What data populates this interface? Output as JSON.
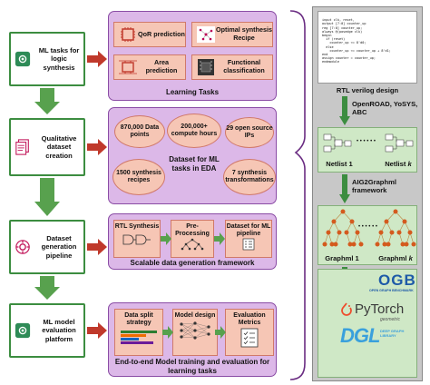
{
  "left_steps": [
    {
      "label": "ML tasks for logic synthesis",
      "icon": "ml-chip-icon"
    },
    {
      "label": "Qualitative dataset creation",
      "icon": "documents-icon"
    },
    {
      "label": "Dataset generation pipeline",
      "icon": "gear-cycle-icon"
    },
    {
      "label": "ML model evaluation platform",
      "icon": "ml-chip-icon"
    }
  ],
  "learning_tasks": {
    "title": "Learning Tasks",
    "cards": [
      {
        "label": "QoR prediction"
      },
      {
        "label": "Optimal synthesis Recipe"
      },
      {
        "label": "Area prediction"
      },
      {
        "label": "Functional classification"
      }
    ]
  },
  "dataset": {
    "center_text": "Dataset for ML tasks in EDA",
    "clouds": [
      {
        "label": "870,000 Data points"
      },
      {
        "label": "200,000+ compute hours"
      },
      {
        "label": "29 open source IPs"
      },
      {
        "label": "1500 synthesis recipes"
      },
      {
        "label": "7 synthesis transformations"
      }
    ]
  },
  "pipeline": {
    "title": "Scalable data generation framework",
    "steps": [
      {
        "label": "RTL Synthesis"
      },
      {
        "label": "Pre-Processing"
      },
      {
        "label": "Dataset for ML pipeline"
      }
    ]
  },
  "training": {
    "title": "End-to-end Model training and evaluation for learning tasks",
    "steps": [
      {
        "label": "Data split strategy"
      },
      {
        "label": "Model design"
      },
      {
        "label": "Evaluation Metrics"
      }
    ]
  },
  "right": {
    "code_lines": [
      "input clk, reset,",
      "output [7:0] counter_up",
      "reg [7:0] counter_up;",
      "always @(posedge clk)",
      "begin",
      "  if (reset)",
      "    counter_up <= 8'd0;",
      "  else",
      "    counter_up <= counter_up + 8'd1;",
      "end",
      "assign counter = counter_up;",
      "endmodule"
    ],
    "rtl_label": "RTL verilog design",
    "tools_label": "OpenROAD, YoSYS, ABC",
    "netlist1": "Netlist 1",
    "netlistk": "Netlist",
    "netlistk_sub": "k",
    "aig_label": "AIG2Graphml framework",
    "graph1": "Graphml 1",
    "graphk": "Graphml",
    "graphk_sub": "k",
    "ogb": "OGB",
    "ogb_sub": "OPEN GRAPH BENCHMARK",
    "pytorch": "PyTorch",
    "pytorch_sub": "geometric",
    "dgl": "DGL",
    "dgl_sub": "DEEP GRAPH LIBRARY",
    "dots": "• • • • • •"
  },
  "colors": {
    "green": "#3c8d40",
    "red_arrow": "#c0392b",
    "panel": "#dcb8e8",
    "card": "#f6c6b5"
  }
}
